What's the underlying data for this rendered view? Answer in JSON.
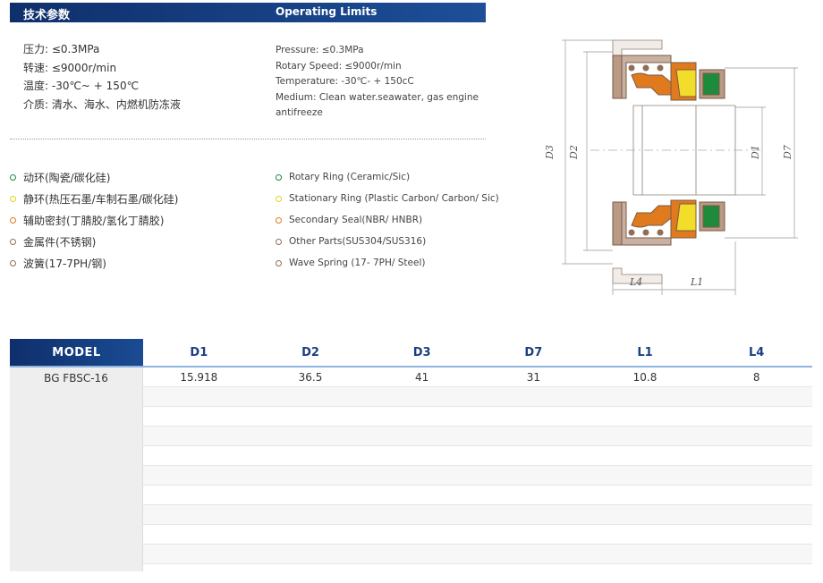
{
  "header": {
    "cn_title": "技术参数",
    "en_title": "Operating Limits"
  },
  "limits_cn": [
    "压力: ≤0.3MPa",
    "转速: ≤9000r/min",
    "温度: -30℃~ + 150℃",
    "介质: 清水、海水、内燃机防冻液"
  ],
  "limits_en": [
    "Pressure: ≤0.3MPa",
    "Rotary Speed: ≤9000r/min",
    "Temperature: -30℃- + 150cC",
    "Medium: Clean water.seawater, gas engine",
    "antifreeze"
  ],
  "materials": [
    {
      "cn": "动环(陶瓷/碳化硅)",
      "en": "Rotary Ring (Ceramic/Sic)",
      "color": "#1e8a3c"
    },
    {
      "cn": "静环(热压石墨/车制石墨/碳化硅)",
      "en": "Stationary Ring (Plastic Carbon/ Carbon/ Sic)",
      "color": "#e3d21a"
    },
    {
      "cn": "辅助密封(丁腈胶/氢化丁腈胶)",
      "en": "Secondary Seal(NBR/ HNBR)",
      "color": "#e07a1f"
    },
    {
      "cn": "金属件(不锈钢)",
      "en": "Other Parts(SUS304/SUS316)",
      "color": "#8f6d57"
    },
    {
      "cn": "波簧(17-7PH/钢)",
      "en": "Wave Spring (17- 7PH/ Steel)",
      "color": "#8f6d57"
    }
  ],
  "drawing_labels": {
    "d3": "D3",
    "d2": "D2",
    "d1": "D1",
    "d7": "D7",
    "l4": "L4",
    "l1": "L1"
  },
  "table": {
    "model_header": "MODEL",
    "columns": [
      "D1",
      "D2",
      "D3",
      "D7",
      "L1",
      "L4"
    ],
    "rows": [
      {
        "model": "BG FBSC-16",
        "values": [
          "15.918",
          "36.5",
          "41",
          "31",
          "10.8",
          "8"
        ]
      }
    ]
  },
  "colors": {
    "header_blue": "#1a4b93",
    "table_header_text": "#1a3f83",
    "rotary_green": "#1e8a3c",
    "stationary_yellow": "#e3d21a",
    "secondary_orange": "#e07a1f",
    "metal_brown": "#8f6d57"
  }
}
